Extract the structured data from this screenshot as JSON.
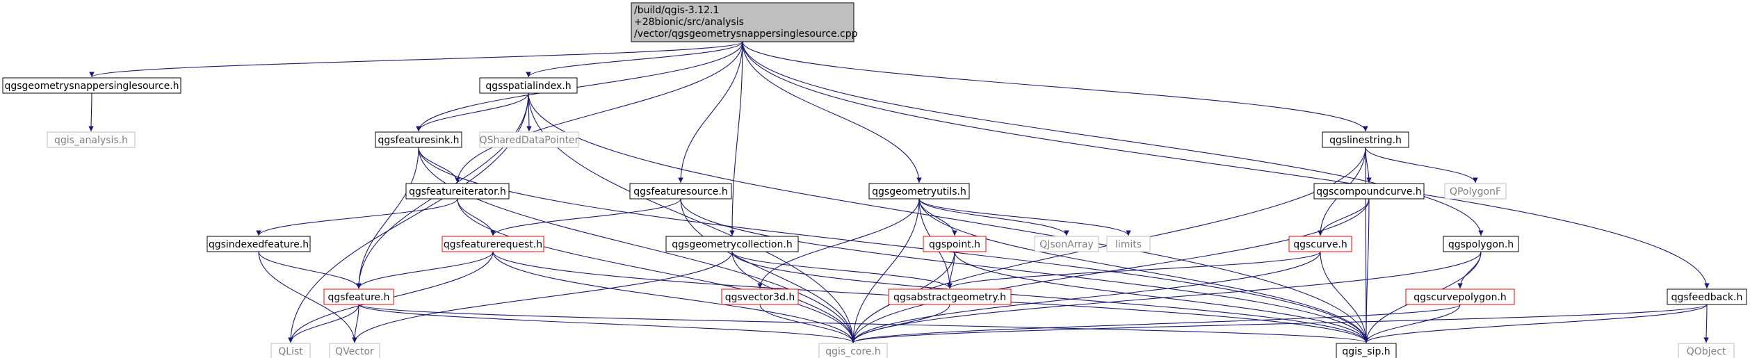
{
  "colors": {
    "edge": "#191970",
    "node_border_normal": "#000000",
    "node_border_truncated": "#ff0000",
    "node_border_external": "#bfbfbf",
    "root_fill": "#bfbfbf",
    "text_normal": "#000000",
    "text_external": "#7f7f7f"
  },
  "root": {
    "id": "root",
    "lines": [
      "/build/qgis-3.12.1",
      "+28bionic/src/analysis",
      "/vector/qgsgeometrysnappersinglesource.cpp"
    ]
  },
  "nodes": [
    {
      "id": "snapper_h",
      "label": "qgsgeometrysnappersinglesource.h",
      "kind": "normal"
    },
    {
      "id": "qgis_analysis",
      "label": "qgis_analysis.h",
      "kind": "external"
    },
    {
      "id": "spatialindex",
      "label": "qgsspatialindex.h",
      "kind": "normal"
    },
    {
      "id": "featuresink",
      "label": "qgsfeaturesink.h",
      "kind": "normal"
    },
    {
      "id": "shareddatapointer",
      "label": "QSharedDataPointer",
      "kind": "external"
    },
    {
      "id": "featureiterator",
      "label": "qgsfeatureiterator.h",
      "kind": "normal"
    },
    {
      "id": "indexedfeature",
      "label": "qgsindexedfeature.h",
      "kind": "normal"
    },
    {
      "id": "featurerequest",
      "label": "qgsfeaturerequest.h",
      "kind": "truncated"
    },
    {
      "id": "feature",
      "label": "qgsfeature.h",
      "kind": "truncated"
    },
    {
      "id": "qlist",
      "label": "QList",
      "kind": "external"
    },
    {
      "id": "qvector",
      "label": "QVector",
      "kind": "external"
    },
    {
      "id": "qgis_core",
      "label": "qgis_core.h",
      "kind": "external"
    },
    {
      "id": "featuresource",
      "label": "qgsfeaturesource.h",
      "kind": "normal"
    },
    {
      "id": "geometrycollection",
      "label": "qgsgeometrycollection.h",
      "kind": "normal"
    },
    {
      "id": "geometryutils",
      "label": "qgsgeometryutils.h",
      "kind": "normal"
    },
    {
      "id": "qgspoint",
      "label": "qgspoint.h",
      "kind": "truncated"
    },
    {
      "id": "qjsonarray",
      "label": "QJsonArray",
      "kind": "external"
    },
    {
      "id": "limits",
      "label": "limits",
      "kind": "external"
    },
    {
      "id": "vector3d",
      "label": "qgsvector3d.h",
      "kind": "truncated"
    },
    {
      "id": "abstractgeometry",
      "label": "qgsabstractgeometry.h",
      "kind": "truncated"
    },
    {
      "id": "linestring",
      "label": "qgslinestring.h",
      "kind": "normal"
    },
    {
      "id": "compoundcurve",
      "label": "qgscompoundcurve.h",
      "kind": "normal"
    },
    {
      "id": "qpolygonf",
      "label": "QPolygonF",
      "kind": "external"
    },
    {
      "id": "qgscurve",
      "label": "qgscurve.h",
      "kind": "truncated"
    },
    {
      "id": "qgspolygon",
      "label": "qgspolygon.h",
      "kind": "normal"
    },
    {
      "id": "curvepolygon",
      "label": "qgscurvepolygon.h",
      "kind": "truncated"
    },
    {
      "id": "qgis_sip",
      "label": "qgis_sip.h",
      "kind": "normal"
    },
    {
      "id": "feedback",
      "label": "qgsfeedback.h",
      "kind": "normal"
    },
    {
      "id": "qobject",
      "label": "QObject",
      "kind": "external"
    }
  ],
  "edges": [
    [
      "root",
      "snapper_h"
    ],
    [
      "root",
      "spatialindex"
    ],
    [
      "root",
      "featuresink"
    ],
    [
      "root",
      "featureiterator"
    ],
    [
      "root",
      "featuresource"
    ],
    [
      "root",
      "geometrycollection"
    ],
    [
      "root",
      "geometryutils"
    ],
    [
      "root",
      "linestring"
    ],
    [
      "root",
      "qgspolygon"
    ],
    [
      "root",
      "feedback"
    ],
    [
      "snapper_h",
      "qgis_analysis"
    ],
    [
      "spatialindex",
      "featuresink"
    ],
    [
      "spatialindex",
      "shareddatapointer"
    ],
    [
      "spatialindex",
      "feature"
    ],
    [
      "spatialindex",
      "qlist"
    ],
    [
      "spatialindex",
      "qgis_core"
    ],
    [
      "spatialindex",
      "qgis_sip"
    ],
    [
      "featuresink",
      "featureiterator"
    ],
    [
      "featuresink",
      "feature"
    ],
    [
      "featuresink",
      "qgis_core"
    ],
    [
      "featuresink",
      "qgis_sip"
    ],
    [
      "featureiterator",
      "featurerequest"
    ],
    [
      "featureiterator",
      "indexedfeature"
    ],
    [
      "featureiterator",
      "qgis_core"
    ],
    [
      "indexedfeature",
      "feature"
    ],
    [
      "indexedfeature",
      "qvector"
    ],
    [
      "featurerequest",
      "feature"
    ],
    [
      "featurerequest",
      "qlist"
    ],
    [
      "featurerequest",
      "qgis_core"
    ],
    [
      "featurerequest",
      "qgis_sip"
    ],
    [
      "feature",
      "qlist"
    ],
    [
      "feature",
      "qvector"
    ],
    [
      "feature",
      "qgis_core"
    ],
    [
      "feature",
      "qgis_sip"
    ],
    [
      "featuresource",
      "featurerequest"
    ],
    [
      "featuresource",
      "qgis_core"
    ],
    [
      "featuresource",
      "qgis_sip"
    ],
    [
      "geometrycollection",
      "abstractgeometry"
    ],
    [
      "geometrycollection",
      "qvector"
    ],
    [
      "geometrycollection",
      "qgis_core"
    ],
    [
      "geometrycollection",
      "qgis_sip"
    ],
    [
      "geometryutils",
      "qgspoint"
    ],
    [
      "geometryutils",
      "qjsonarray"
    ],
    [
      "geometryutils",
      "limits"
    ],
    [
      "geometryutils",
      "vector3d"
    ],
    [
      "geometryutils",
      "abstractgeometry"
    ],
    [
      "geometryutils",
      "qgis_core"
    ],
    [
      "geometryutils",
      "qgis_sip"
    ],
    [
      "qgspoint",
      "abstractgeometry"
    ],
    [
      "qgspoint",
      "qgis_core"
    ],
    [
      "qgspoint",
      "qgis_sip"
    ],
    [
      "vector3d",
      "qgis_core"
    ],
    [
      "abstractgeometry",
      "qgis_core"
    ],
    [
      "linestring",
      "compoundcurve"
    ],
    [
      "linestring",
      "qgscurve"
    ],
    [
      "linestring",
      "qpolygonf"
    ],
    [
      "linestring",
      "qgis_core"
    ],
    [
      "linestring",
      "qgis_sip"
    ],
    [
      "compoundcurve",
      "qgscurve"
    ],
    [
      "compoundcurve",
      "qgis_core"
    ],
    [
      "compoundcurve",
      "qgis_sip"
    ],
    [
      "qgscurve",
      "abstractgeometry"
    ],
    [
      "qgscurve",
      "qgis_core"
    ],
    [
      "qgscurve",
      "qgis_sip"
    ],
    [
      "qgspolygon",
      "curvepolygon"
    ],
    [
      "qgspolygon",
      "qgis_core"
    ],
    [
      "qgspolygon",
      "qgis_sip"
    ],
    [
      "curvepolygon",
      "qgis_core"
    ],
    [
      "curvepolygon",
      "qgis_sip"
    ],
    [
      "feedback",
      "qobject"
    ],
    [
      "feedback",
      "qgis_core"
    ],
    [
      "feedback",
      "qgis_sip"
    ]
  ]
}
